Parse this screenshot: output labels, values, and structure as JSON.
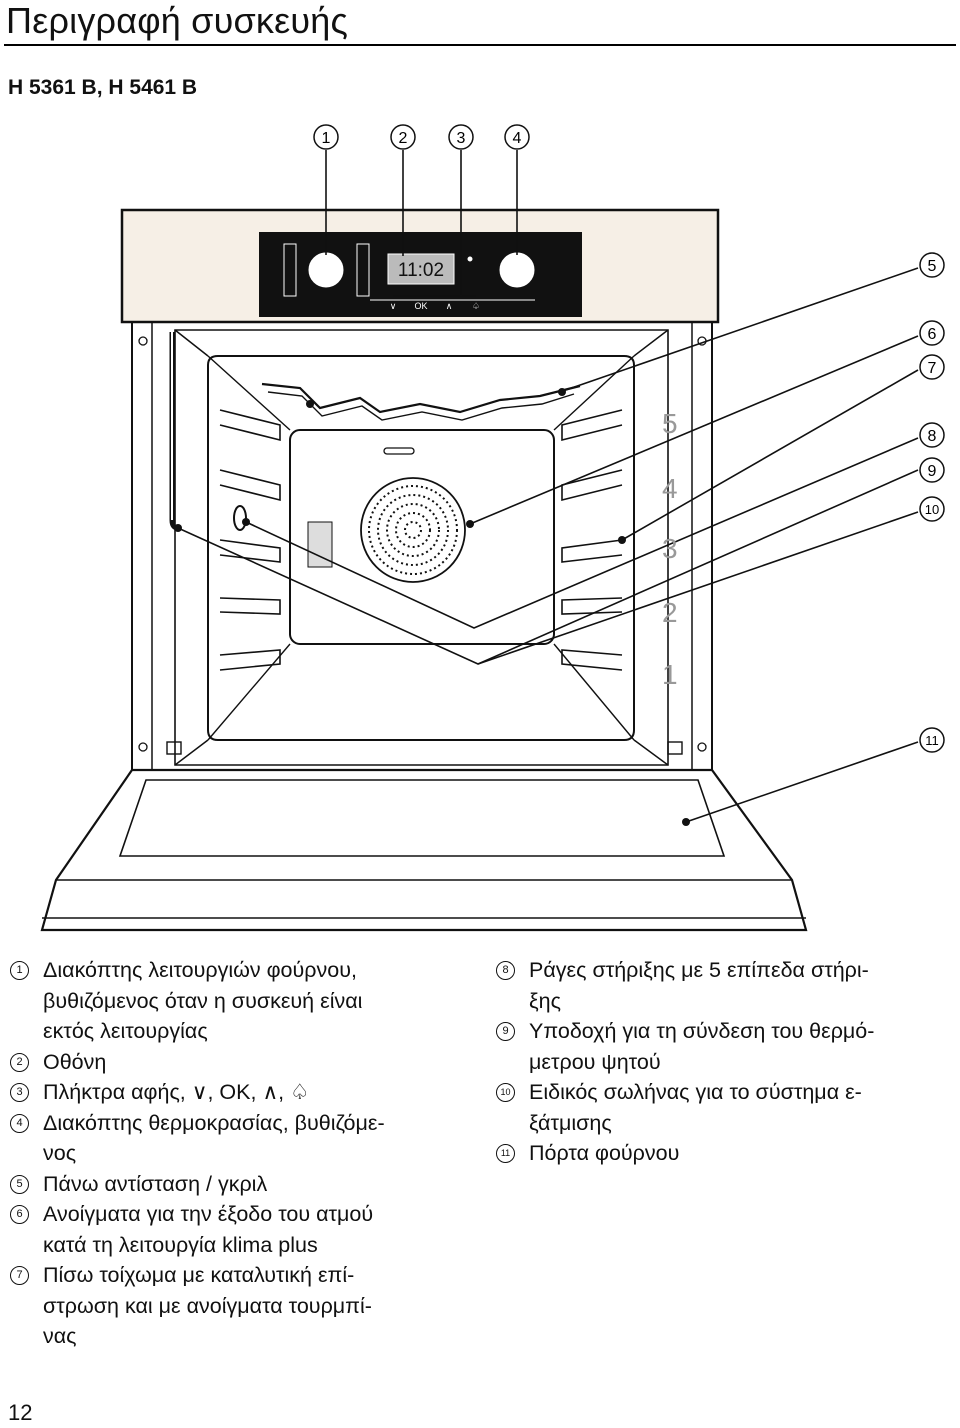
{
  "header": {
    "title": "Περιγραφή συσκευής",
    "model": "H 5361 B, H 5461 B"
  },
  "figure": {
    "callouts": [
      "1",
      "2",
      "3",
      "4",
      "5",
      "6",
      "7",
      "8",
      "9",
      "10",
      "11"
    ],
    "display_time": "11:02",
    "panel_keys": [
      "∨",
      "OK",
      "∧",
      "♤"
    ],
    "shelf_levels": [
      "5",
      "4",
      "3",
      "2",
      "1"
    ]
  },
  "legend": {
    "left": [
      {
        "num": "1",
        "lines": [
          "Διακόπτης λειτουργιών φούρνου,",
          "βυθιζόμενος όταν η συσκευή είναι",
          "εκτός λειτουργίας"
        ]
      },
      {
        "num": "2",
        "lines": [
          "Οθόνη"
        ]
      },
      {
        "num": "3",
        "lines": [
          "Πλήκτρα αφής, ∨, OK, ∧, ♤"
        ]
      },
      {
        "num": "4",
        "lines": [
          "Διακόπτης θερμοκρασίας, βυθιζόμε-",
          "νος"
        ]
      },
      {
        "num": "5",
        "lines": [
          "Πάνω αντίσταση / γκριλ"
        ]
      },
      {
        "num": "6",
        "lines": [
          "Ανοίγματα για την έξοδο του ατμού",
          "κατά τη λειτουργία klima plus"
        ]
      },
      {
        "num": "7",
        "lines": [
          "Πίσω τοίχωμα με καταλυτική επί-",
          "στρωση και με ανοίγματα τουρμπί-",
          "νας"
        ]
      }
    ],
    "right": [
      {
        "num": "8",
        "lines": [
          "Ράγες στήριξης με 5 επίπεδα στήρι-",
          "ξης"
        ]
      },
      {
        "num": "9",
        "lines": [
          "Υποδοχή για τη σύνδεση του θερμό-",
          "μετρου ψητού"
        ]
      },
      {
        "num": "10",
        "lines": [
          "Ειδικός σωλήνας για το σύστημα ε-",
          "ξάτμισης"
        ]
      },
      {
        "num": "11",
        "lines": [
          "Πόρτα φούρνου"
        ]
      }
    ]
  },
  "footer": {
    "page_number": "12"
  }
}
